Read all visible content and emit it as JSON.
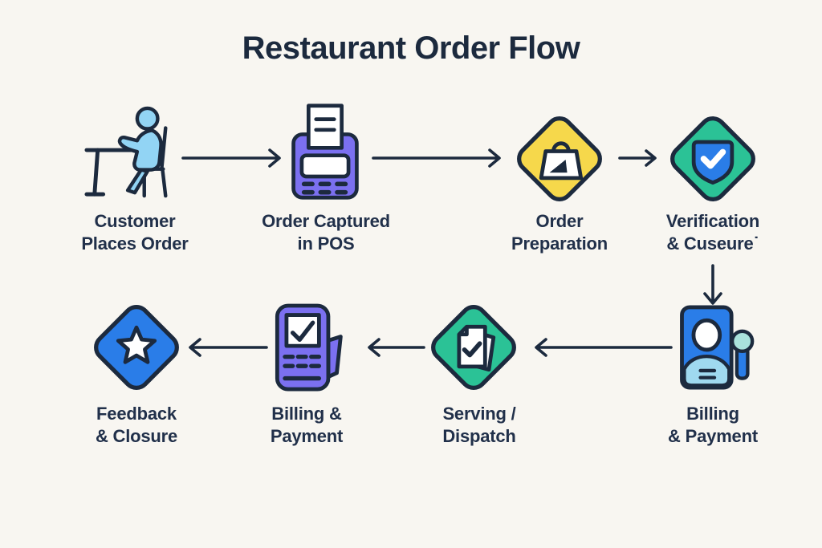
{
  "title": "Restaurant Order Flow",
  "colors": {
    "background": "#F8F6F1",
    "ink": "#1C2A3E",
    "purple": "#7B70F0",
    "yellow": "#F6D84B",
    "green": "#2BC296",
    "blue": "#2A7DE8",
    "light_blue": "#92D4F4",
    "pale_teal": "#A9E2DC",
    "white": "#FFFFFF"
  },
  "nodes": [
    {
      "id": "customer-places-order",
      "line1": "Customer",
      "line2": "Places Order",
      "icon": "person-at-table-icon"
    },
    {
      "id": "order-captured-in-pos",
      "line1": "Order Captured",
      "line2": "in POS",
      "icon": "pos-receipt-printer-icon"
    },
    {
      "id": "order-preparation",
      "line1": "Order",
      "line2": "Preparation",
      "icon": "shopping-bag-diamond-icon"
    },
    {
      "id": "verification-closure",
      "line1": "Verification",
      "line2": "& Cuseure˙",
      "icon": "shield-check-diamond-icon"
    },
    {
      "id": "billing-and-payment",
      "line1": "Billing",
      "line2": "& Payment",
      "icon": "id-card-person-icon"
    },
    {
      "id": "serving-dispatch",
      "line1": "Serving /",
      "line2": "Dispatch",
      "icon": "documents-check-diamond-icon"
    },
    {
      "id": "billing-payment",
      "line1": "Billing &",
      "line2": "Payment",
      "icon": "payment-terminal-icon"
    },
    {
      "id": "feedback-closure",
      "line1": "Feedback",
      "line2": "& Closure",
      "icon": "star-diamond-icon"
    }
  ]
}
